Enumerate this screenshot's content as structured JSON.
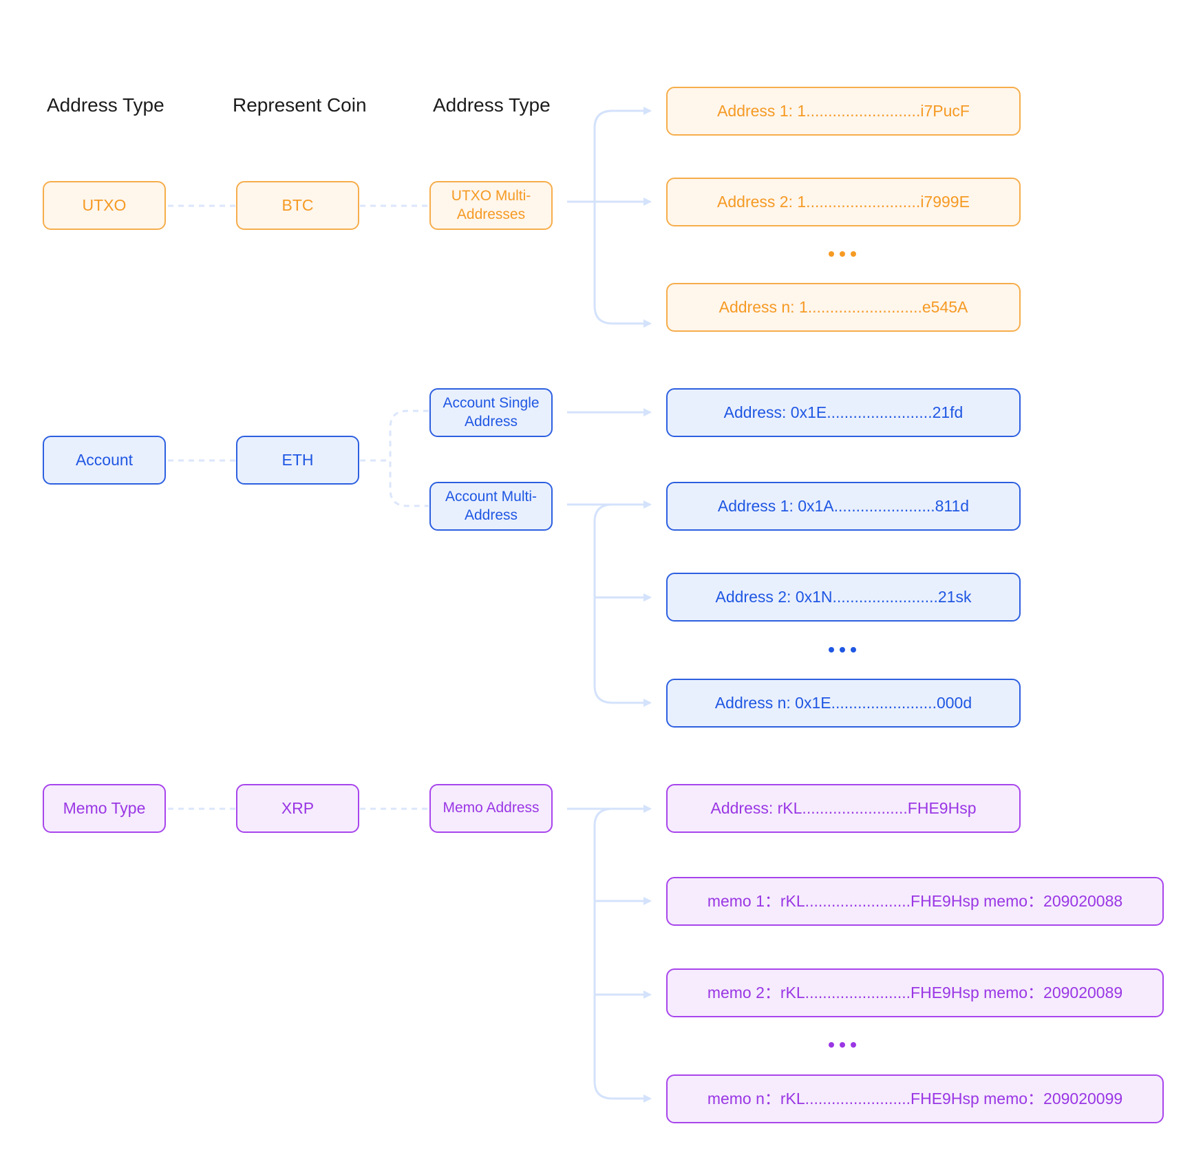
{
  "headers": {
    "col1": "Address Type",
    "col2": "Represent Coin",
    "col3": "Address Type"
  },
  "colors": {
    "utxo": "#f59a23",
    "account": "#1f57e3",
    "memo": "#9a36e4",
    "connector": "#d4e2fb"
  },
  "utxo": {
    "type": "UTXO",
    "coin": "BTC",
    "address_type": "UTXO Multi-\nAddresses",
    "addresses": [
      "Address 1: 1..........................i7PucF",
      "Address 2: 1..........................i7999E",
      "Address n: 1..........................e545A"
    ]
  },
  "account": {
    "type": "Account",
    "coin": "ETH",
    "single_type": "Account Single\nAddress",
    "multi_type": "Account Multi-\nAddress",
    "single_address": "Address: 0x1E........................21fd",
    "addresses": [
      "Address 1: 0x1A.......................811d",
      "Address 2: 0x1N........................21sk",
      "Address n: 0x1E........................000d"
    ]
  },
  "memo": {
    "type": "Memo Type",
    "coin": "XRP",
    "address_type": "Memo Address",
    "address": "Address: rKL........................FHE9Hsp",
    "memos": [
      "memo 1：rKL........................FHE9Hsp memo：209020088",
      "memo 2：rKL........................FHE9Hsp memo：209020089",
      "memo n：rKL........................FHE9Hsp memo：209020099"
    ]
  }
}
